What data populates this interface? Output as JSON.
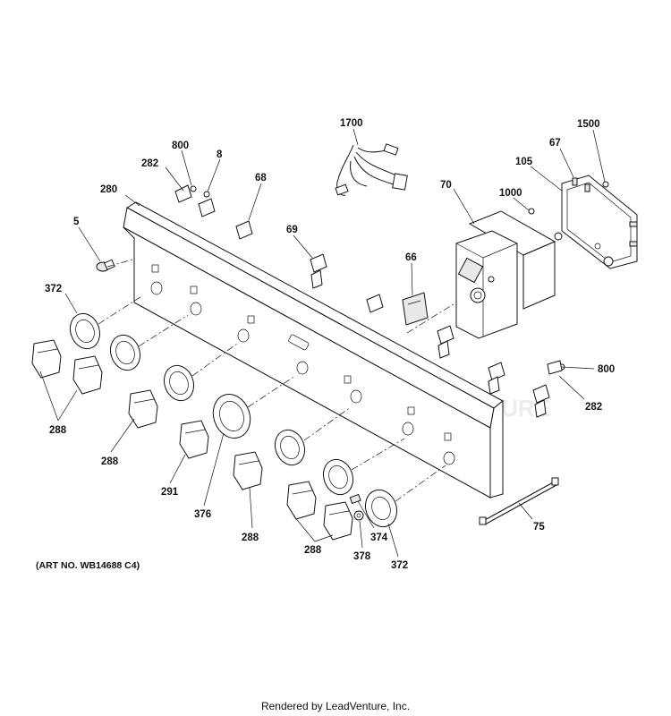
{
  "diagram": {
    "callouts": {
      "c1700": "1700",
      "c800a": "800",
      "c8": "8",
      "c282a": "282",
      "c280": "280",
      "c68": "68",
      "c5": "5",
      "c69": "69",
      "c70": "70",
      "c1000": "1000",
      "c105": "105",
      "c67": "67",
      "c1500": "1500",
      "c66": "66",
      "c372a": "372",
      "c288a": "288",
      "c288b": "288",
      "c291": "291",
      "c376": "376",
      "c288c": "288",
      "c288d": "288",
      "c378": "378",
      "c374": "374",
      "c372b": "372",
      "c75": "75",
      "c800b": "800",
      "c282b": "282"
    },
    "watermark": "LEADVENTURE"
  },
  "art_note": "(ART NO. WB14688 C4)",
  "credit": "Rendered by LeadVenture, Inc."
}
